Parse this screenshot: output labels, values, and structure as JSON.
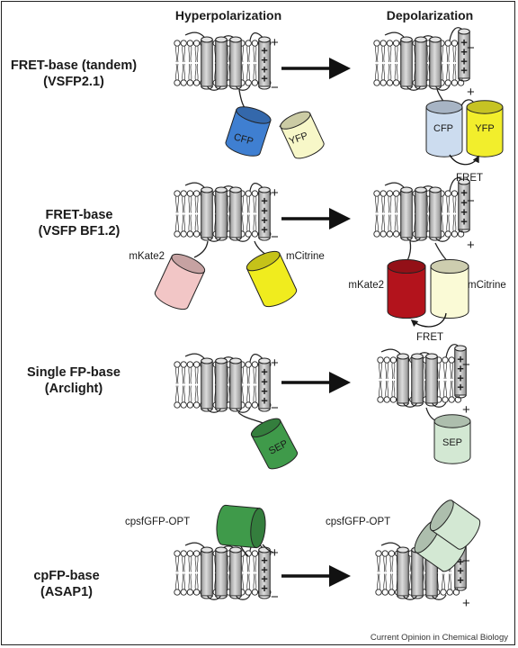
{
  "headers": {
    "hyper": "Hyperpolarization",
    "depol": "Depolarization"
  },
  "rows": [
    {
      "title_line1": "FRET-base (tandem)",
      "title_line2": "(VSFP2.1)",
      "hyper": {
        "fp_a": "CFP",
        "fp_b": "YFP"
      },
      "depol": {
        "fp_a": "CFP",
        "fp_b": "YFP",
        "fret": "FRET"
      },
      "colors": {
        "a_on": "#3f7fd1",
        "b_on": "#f7f7c8",
        "a_off": "#ccdcef",
        "b_off": "#f2ee2c"
      }
    },
    {
      "title_line1": "FRET-base",
      "title_line2": "(VSFP BF1.2)",
      "hyper": {
        "fp_a": "mKate2",
        "fp_b": "mCitrine"
      },
      "depol": {
        "fp_a": "mKate2",
        "fp_b": "mCitrine",
        "fret": "FRET"
      },
      "colors": {
        "a_on": "#f2c6c6",
        "b_on": "#f0ec1e",
        "a_off": "#b3131c",
        "b_off": "#fafad6"
      }
    },
    {
      "title_line1": "Single FP-base",
      "title_line2": "(Arclight)",
      "hyper": {
        "fp": "SEP"
      },
      "depol": {
        "fp": "SEP"
      },
      "colors": {
        "on": "#3f9a4a",
        "off": "#d3e8d3"
      }
    },
    {
      "title_line1": "cpFP-base",
      "title_line2": "(ASAP1)",
      "hyper": {
        "fp": "cpsfGFP-OPT"
      },
      "depol": {
        "fp": "cpsfGFP-OPT"
      },
      "colors": {
        "on": "#3f9a4a",
        "off": "#d3e8d3"
      }
    }
  ],
  "signs": {
    "plus": "+",
    "minus": "−",
    "charge": "+"
  },
  "credit": "Current Opinion in Chemical Biology"
}
